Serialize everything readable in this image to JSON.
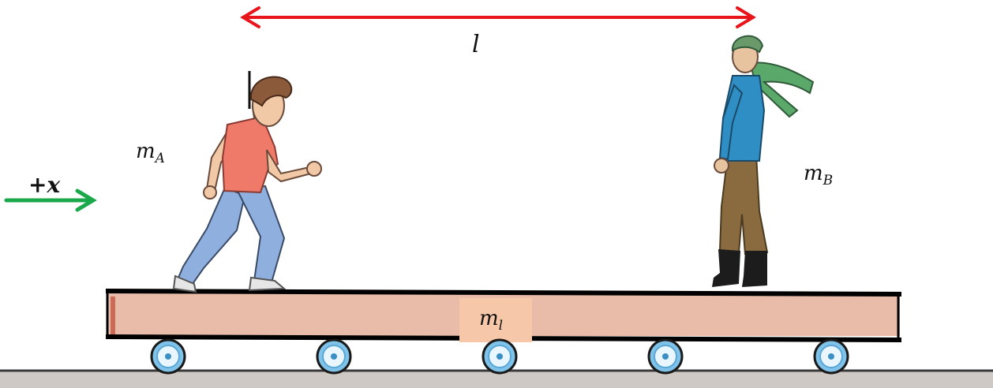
{
  "labels": {
    "length": "l",
    "mass_a_base": "m",
    "mass_a_sub": "A",
    "mass_b_base": "m",
    "mass_b_sub": "B",
    "mass_plank_base": "m",
    "mass_plank_sub": "l",
    "direction": "+x"
  },
  "colors": {
    "length_arrow": "#e8151b",
    "direction_arrow": "#1aa84b",
    "plank_fill": "#e8bca9",
    "plank_label_bg": "#f6c7a8",
    "ground": "#cfc9c5",
    "person_a_shirt": "#f07a6a",
    "person_a_jeans": "#8fb0df",
    "person_b_jacket": "#2f8fc4",
    "person_b_pants": "#8a6a3f",
    "person_b_scarf": "#5aa86a"
  },
  "icons": {
    "wheel": "wheel-icon",
    "person_a": "running-man-icon",
    "person_b": "standing-man-icon"
  }
}
